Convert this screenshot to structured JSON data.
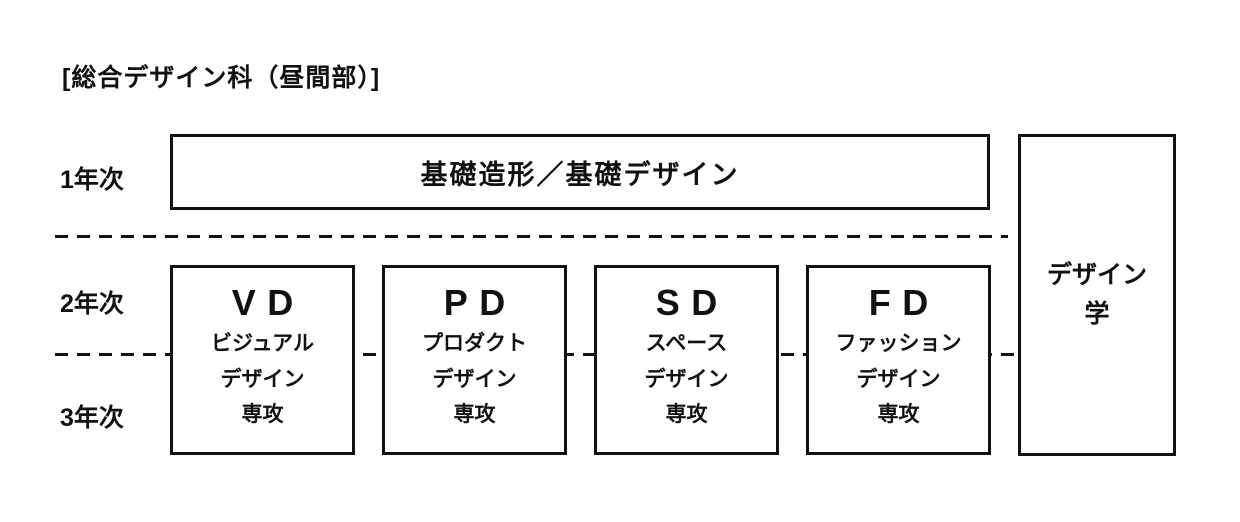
{
  "title": "[総合デザイン科（昼間部）]",
  "year_labels": {
    "year1": "1年次",
    "year2": "2年次",
    "year3": "3年次"
  },
  "foundation_box": {
    "label": "基礎造形／基礎デザイン"
  },
  "majors": [
    {
      "abbr": "VD",
      "line1": "ビジュアル",
      "line2": "デザイン",
      "line3": "専攻"
    },
    {
      "abbr": "PD",
      "line1": "プロダクト",
      "line2": "デザイン",
      "line3": "専攻"
    },
    {
      "abbr": "SD",
      "line1": "スペース",
      "line2": "デザイン",
      "line3": "専攻"
    },
    {
      "abbr": "FD",
      "line1": "ファッション",
      "line2": "デザイン",
      "line3": "専攻"
    }
  ],
  "design_studies_box": {
    "line1": "デザイン",
    "line2": "学"
  },
  "colors": {
    "border": "#111111",
    "background": "#ffffff",
    "text": "#111111"
  }
}
